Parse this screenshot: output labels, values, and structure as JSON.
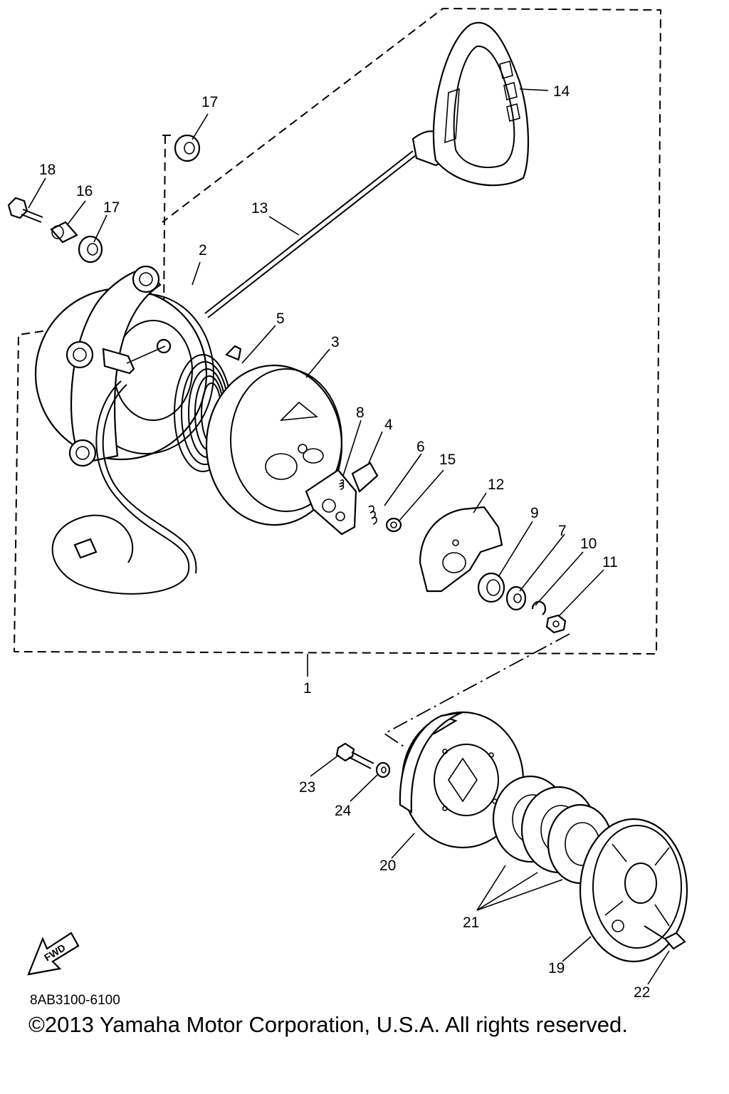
{
  "diagram_code": "8AB3100-6100",
  "copyright": "©2013 Yamaha Motor Corporation, U.S.A. All rights reserved.",
  "fwd_label": "FWD",
  "callouts": {
    "c1": "1",
    "c2": "2",
    "c3": "3",
    "c4": "4",
    "c5": "5",
    "c6": "6",
    "c7": "7",
    "c8": "8",
    "c9": "9",
    "c10": "10",
    "c11": "11",
    "c12": "12",
    "c13": "13",
    "c14": "14",
    "c15": "15",
    "c16": "16",
    "c17a": "17",
    "c17b": "17",
    "c18": "18",
    "c19": "19",
    "c20": "20",
    "c21": "21",
    "c22": "22",
    "c23": "23",
    "c24": "24"
  }
}
